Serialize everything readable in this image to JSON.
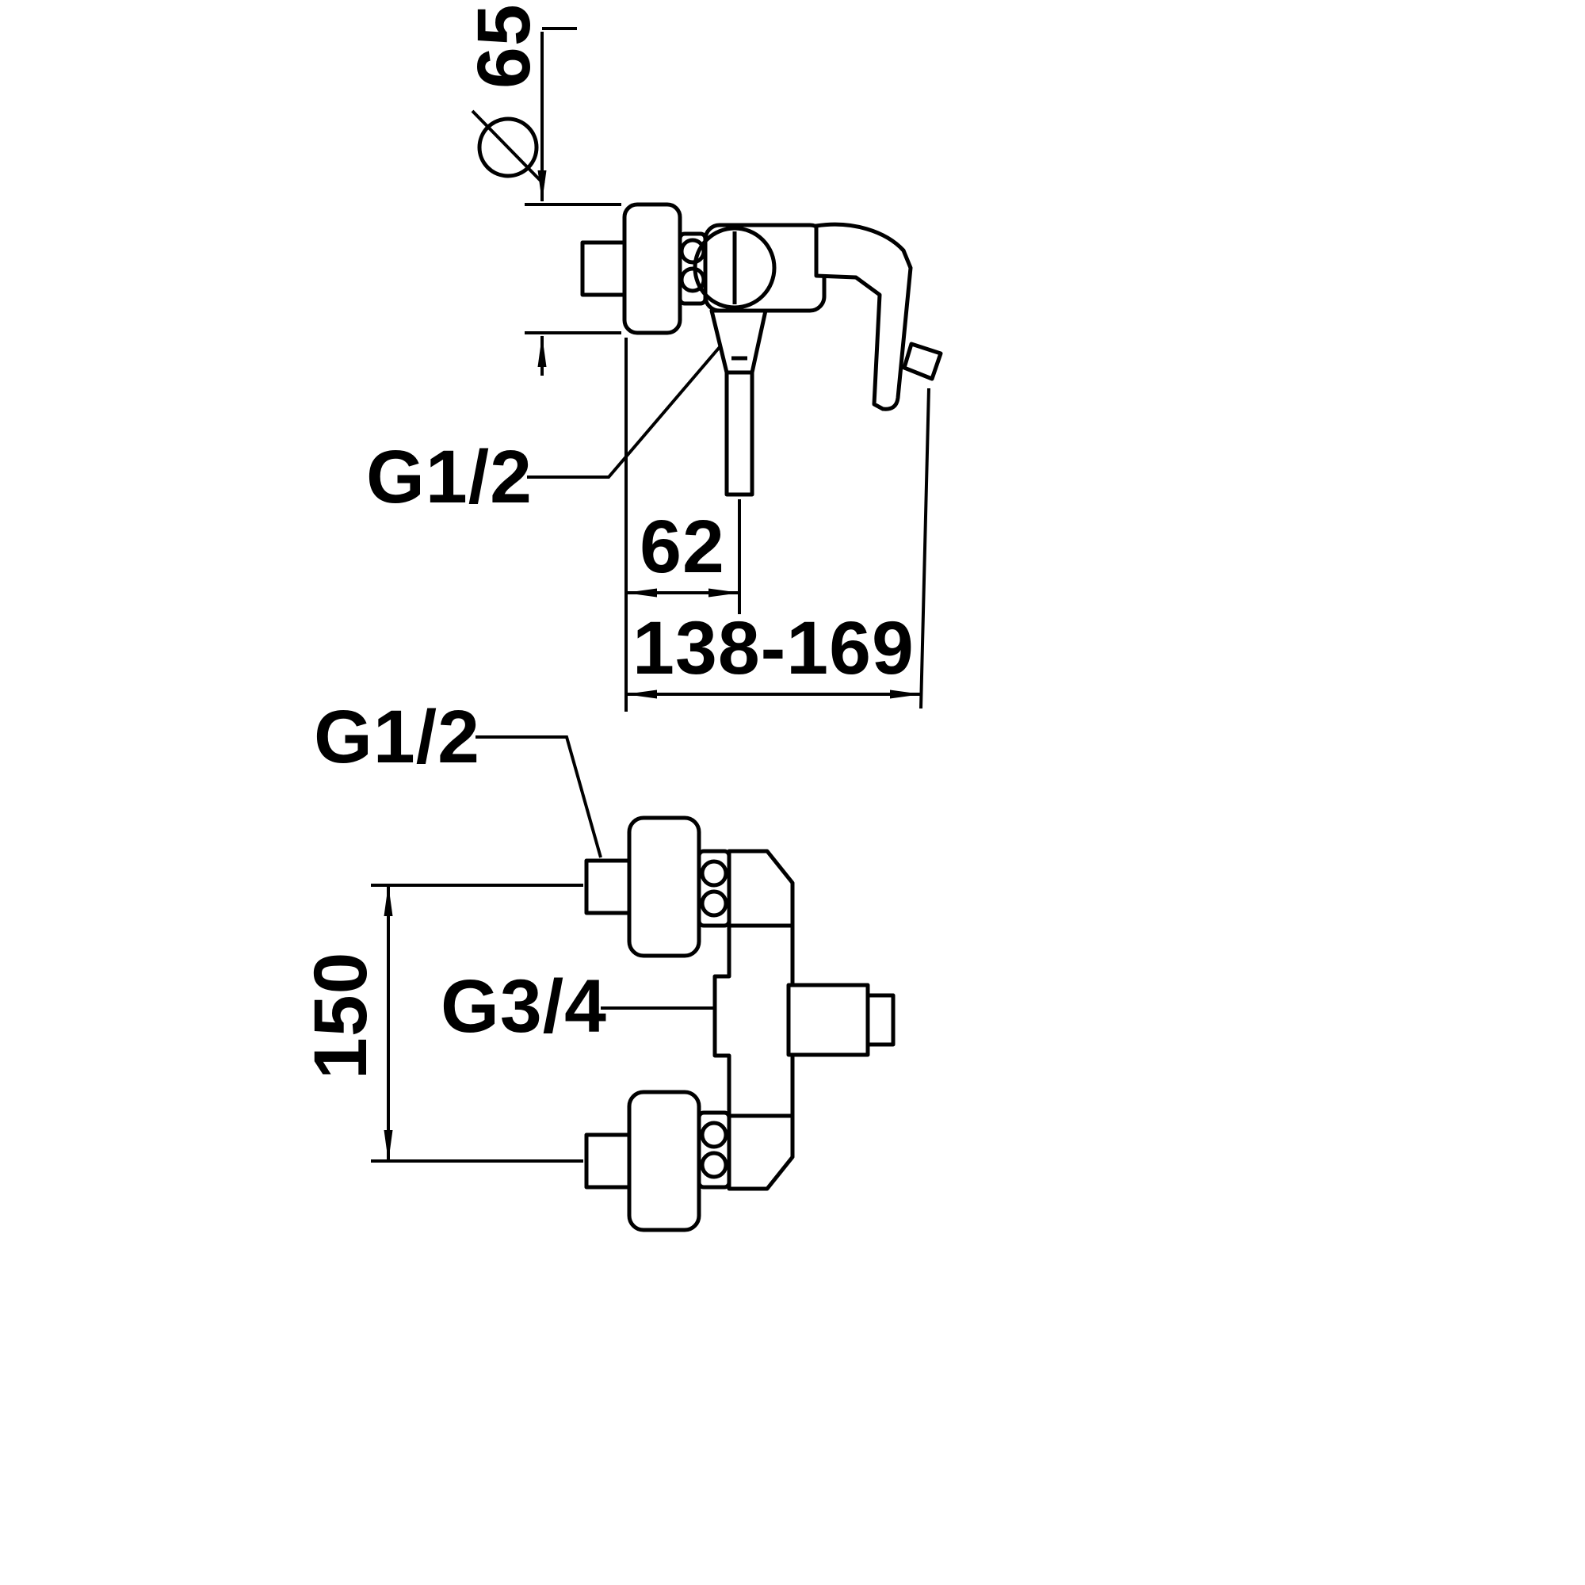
{
  "page": {
    "background": "#ffffff",
    "line_color": "#000000"
  },
  "side_view": {
    "diameter_dim": "65",
    "outlet_thread": "G1/2",
    "wall_to_outlet_dim": "62",
    "depth_range_dim": "138-169"
  },
  "front_view": {
    "inlet_thread": "G1/2",
    "shower_thread": "G3/4",
    "inlet_spacing_dim": "150"
  }
}
